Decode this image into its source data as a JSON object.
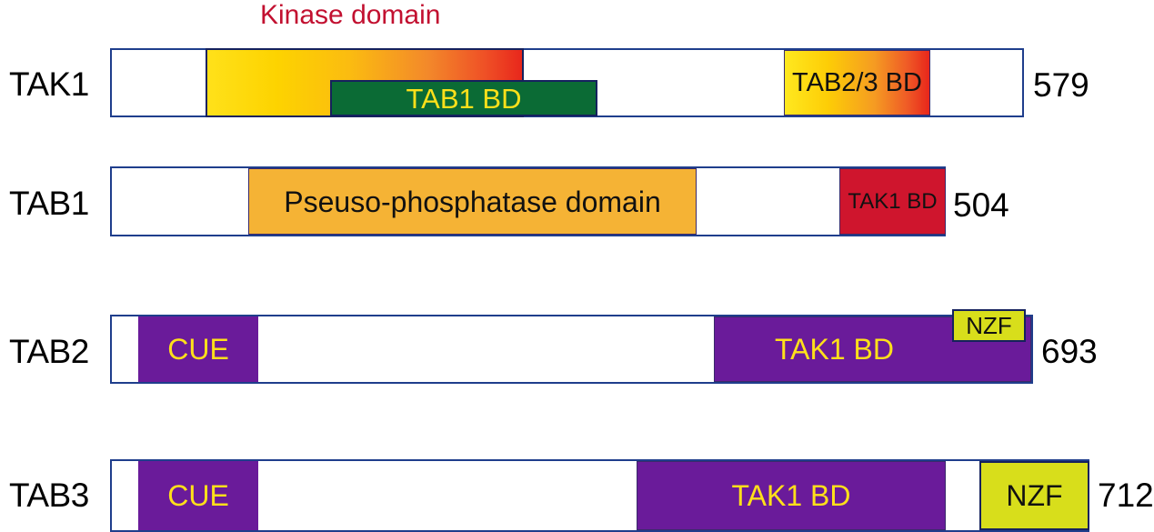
{
  "figure": {
    "kind": "protein-domain-diagram",
    "annotation_title": "Kinase domain",
    "annotation_color": "#c21030"
  },
  "palette": {
    "outline": "#1f3e8c",
    "kinase_gradient_start": "#ffe11a",
    "kinase_gradient_end": "#e8271c",
    "tab1bd_green": "#0b6b35",
    "pseudophosphatase_orange": "#f5b335",
    "tak1bd_red": "#cf152d",
    "cue_purple": "#6a1b9a",
    "nzf_yellow": "#d8de1b",
    "label_yellow": "#ffe01a",
    "text_black": "#111111"
  },
  "proteins": [
    {
      "name": "TAK1",
      "length": "579",
      "domains": [
        {
          "label": "",
          "style": "kinase-gradient"
        },
        {
          "label": "TAB1 BD",
          "style": "green"
        },
        {
          "label": "TAB2/3 BD",
          "style": "kinase-gradient"
        }
      ]
    },
    {
      "name": "TAB1",
      "length": "504",
      "domains": [
        {
          "label": "Pseuso-phosphatase domain",
          "style": "orange"
        },
        {
          "label": "TAK1 BD",
          "style": "red"
        }
      ]
    },
    {
      "name": "TAB2",
      "length": "693",
      "domains": [
        {
          "label": "CUE",
          "style": "purple"
        },
        {
          "label": "TAK1 BD",
          "style": "purple"
        },
        {
          "label": "NZF",
          "style": "nzf"
        }
      ]
    },
    {
      "name": "TAB3",
      "length": "712",
      "domains": [
        {
          "label": "CUE",
          "style": "purple"
        },
        {
          "label": "TAK1 BD",
          "style": "purple"
        },
        {
          "label": "NZF",
          "style": "nzf"
        }
      ]
    }
  ]
}
